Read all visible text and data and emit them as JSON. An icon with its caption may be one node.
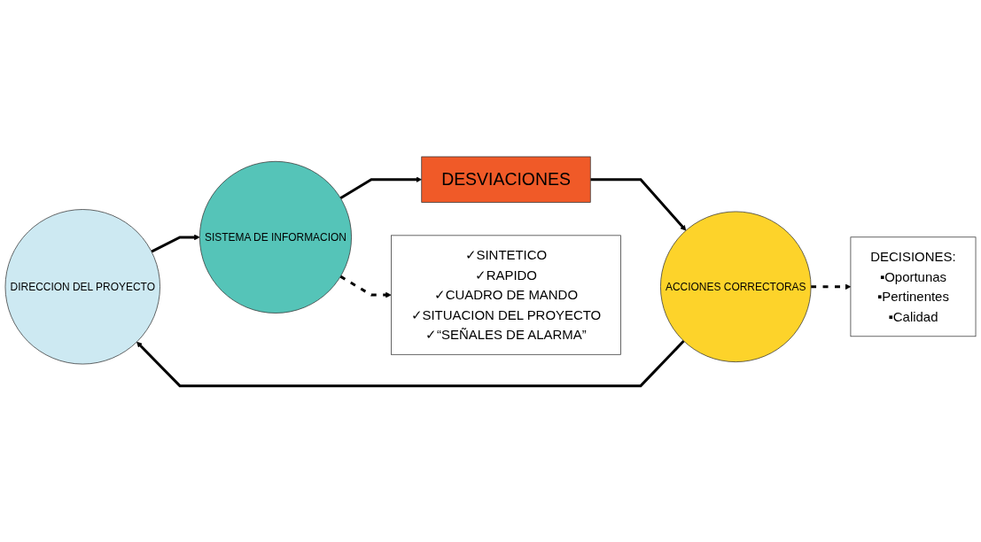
{
  "diagram": {
    "nodes": [
      {
        "text": [
          "DIRECCION DEL PROYECTO"
        ]
      },
      {
        "text": [
          "SISTEMA DE INFORMACION"
        ]
      },
      {
        "text": [
          "DESVIACIONES"
        ]
      },
      {
        "text": [
          "ACCIONES CORRECTORAS"
        ]
      },
      {
        "text": [
          "✓SINTETICO",
          "✓RAPIDO",
          "✓CUADRO DE MANDO",
          "✓SITUACION DEL PROYECTO",
          "✓“SEÑALES DE ALARMA”"
        ]
      },
      {
        "text": [
          "DECISIONES:",
          "▪Oportunas",
          "▪Pertinentes",
          "▪Calidad"
        ]
      }
    ],
    "edges": [
      {
        "from": 0,
        "to": 1,
        "arrow": "to"
      },
      {
        "from": 1,
        "to": 2,
        "arrow": "to"
      },
      {
        "from": 2,
        "to": 3,
        "arrow": "to"
      },
      {
        "from": 3,
        "to": 0,
        "arrow": "to"
      },
      {
        "from": 1,
        "to": 4,
        "arrow": "to",
        "style": "dashed"
      },
      {
        "from": 3,
        "to": 5,
        "arrow": "to",
        "style": "dashed"
      }
    ]
  }
}
